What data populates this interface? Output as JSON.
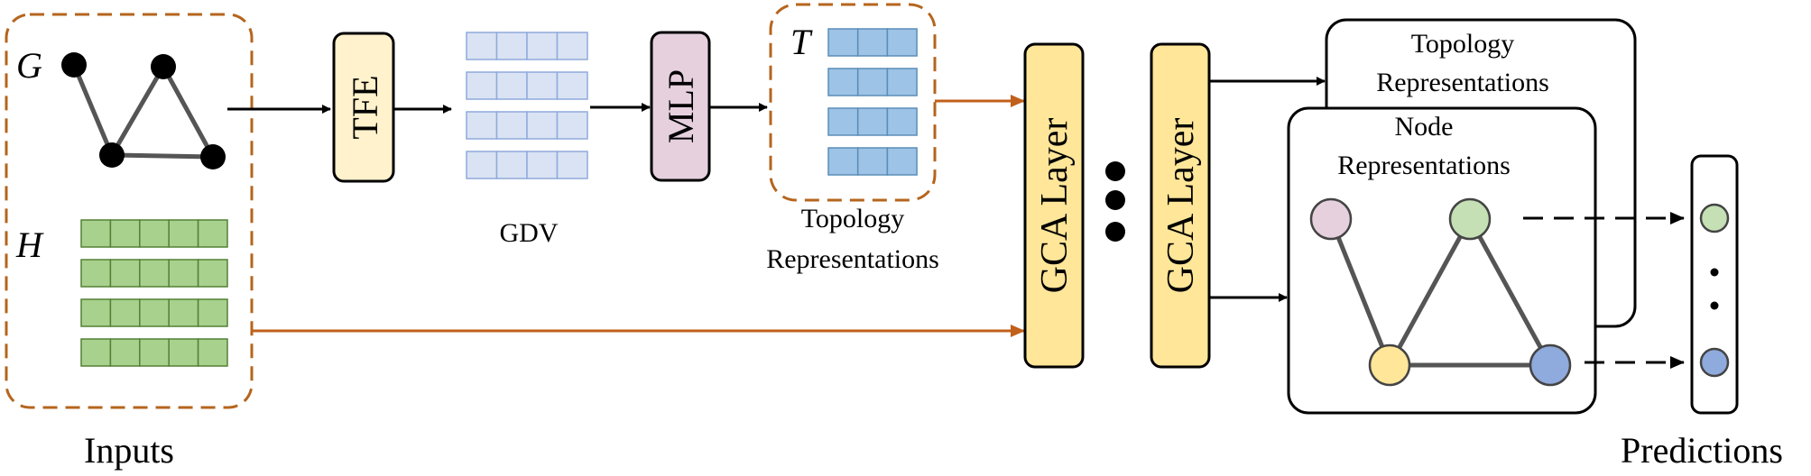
{
  "inputs": {
    "graph_symbol": "G",
    "feature_symbol": "H",
    "label": "Inputs"
  },
  "tfe": {
    "label": "TFE"
  },
  "gdv": {
    "label": "GDV"
  },
  "mlp": {
    "label": "MLP"
  },
  "topology": {
    "symbol": "T",
    "label_line1": "Topology",
    "label_line2": "Representations"
  },
  "gca_layer_1": {
    "label": "GCA Layer"
  },
  "gca_layer_2": {
    "label": "GCA Layer"
  },
  "out_topology": {
    "label_line1": "Topology",
    "label_line2": "Representations"
  },
  "out_node": {
    "label_line1": "Node",
    "label_line2": "Representations"
  },
  "predictions": {
    "label": "Predictions"
  },
  "colors": {
    "dashed_border": "#b5651d",
    "orange_arrow": "#c0601a",
    "tfe_fill": "#fff2cc",
    "gdv_cell": "#dae3f3",
    "gdv_stroke": "#8faadc",
    "mlp_fill": "#e6d0de",
    "t_cell": "#9dc3e6",
    "t_stroke": "#5b8db8",
    "h_cell": "#a9d18e",
    "h_stroke": "#538135",
    "gca_fill": "#ffe699",
    "node_pink": "#e6d0de",
    "node_green": "#c5e0b4",
    "node_yellow": "#ffe699",
    "node_blue": "#8faadc"
  }
}
